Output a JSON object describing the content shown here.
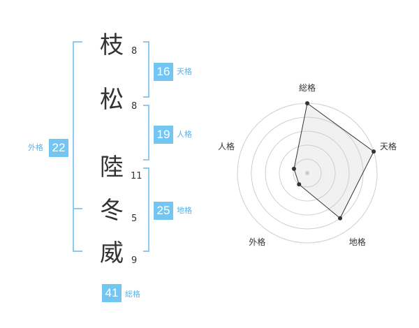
{
  "colors": {
    "accent": "#74c6f2",
    "bracket": "#8ccaf0",
    "text": "#333333",
    "label": "#5bb3e8"
  },
  "name": {
    "characters": [
      {
        "char": "枝",
        "strokes": "8"
      },
      {
        "char": "松",
        "strokes": "8"
      },
      {
        "char": "陸",
        "strokes": "11"
      },
      {
        "char": "冬",
        "strokes": "5"
      },
      {
        "char": "威",
        "strokes": "9"
      }
    ]
  },
  "fortunes": {
    "tenkaku": {
      "value": "16",
      "label": "天格"
    },
    "jinkaku": {
      "value": "19",
      "label": "人格"
    },
    "chikaku": {
      "value": "25",
      "label": "地格"
    },
    "gaikaku": {
      "value": "22",
      "label": "外格"
    },
    "soukaku": {
      "value": "41",
      "label": "総格"
    }
  },
  "chart_data": {
    "type": "radar",
    "axes": [
      "総格",
      "天格",
      "地格",
      "外格",
      "人格"
    ],
    "values": [
      5,
      5,
      4,
      1,
      1
    ],
    "rmax": 5,
    "rings": 5,
    "grid": true
  }
}
